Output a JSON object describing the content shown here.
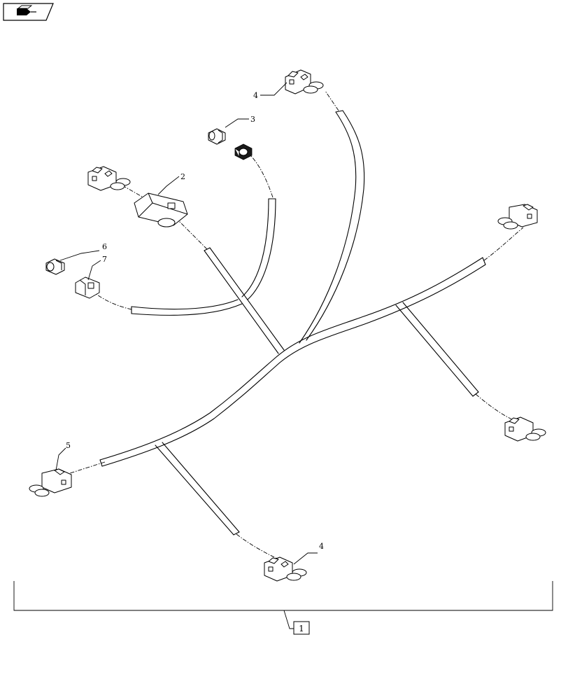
{
  "nav": {
    "icon": "page-return-arrow-icon"
  },
  "callouts": {
    "c1": "2",
    "c2": "3",
    "c3": "4",
    "c4": "4",
    "c5": "5",
    "c6": "6",
    "c7": "7"
  },
  "assembly": {
    "item_number": "1"
  }
}
